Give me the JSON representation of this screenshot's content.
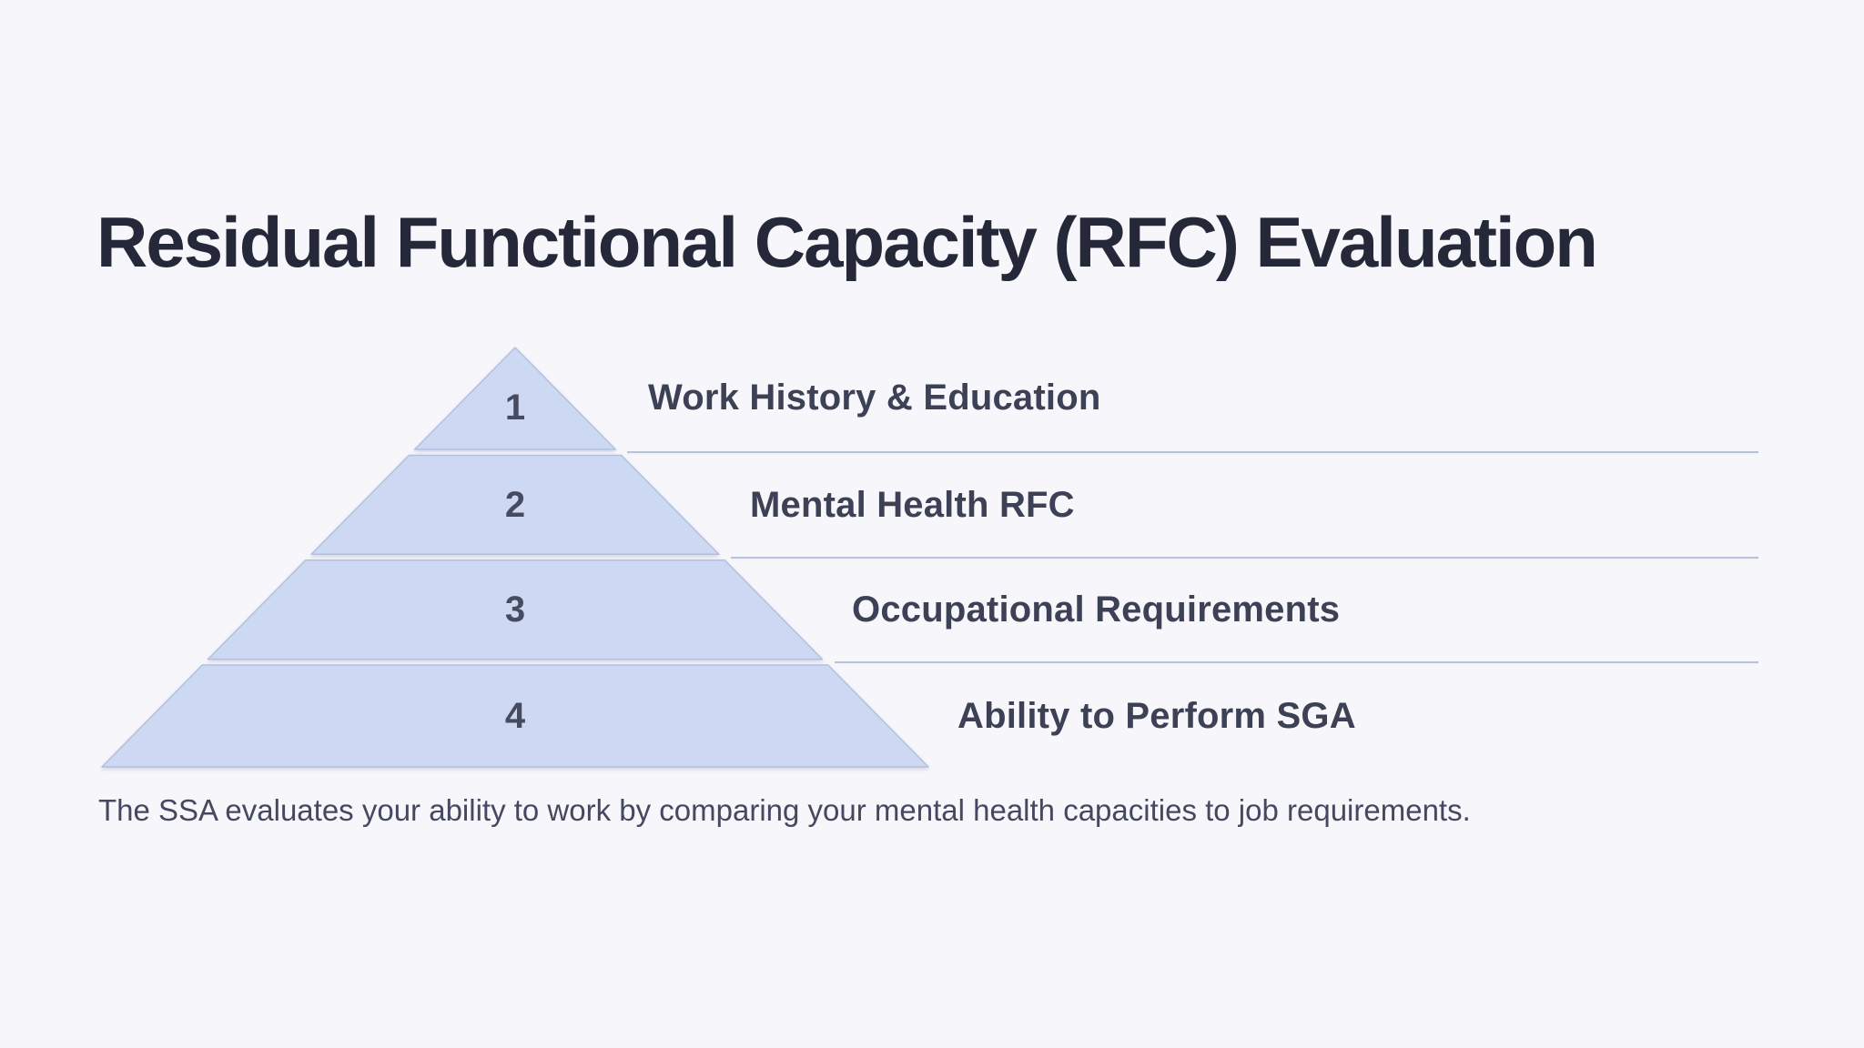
{
  "slide": {
    "title": "Residual Functional Capacity (RFC) Evaluation",
    "footer": "The SSA evaluates your ability to work by comparing your mental health capacities to job requirements."
  },
  "pyramid": {
    "type": "pyramid-diagram",
    "levels": [
      {
        "number": "1",
        "label": "Work History & Education"
      },
      {
        "number": "2",
        "label": "Mental Health RFC"
      },
      {
        "number": "3",
        "label": "Occupational Requirements"
      },
      {
        "number": "4",
        "label": "Ability to Perform SGA"
      }
    ]
  },
  "colors": {
    "background": "#f7f7fb",
    "tier_fill": "#cdd9f3",
    "tier_border": "#b3c0e0",
    "divider_line": "#b7c1d8",
    "title_text": "#242838",
    "label_text": "#3d4156",
    "number_text": "#474b5f",
    "footer_text": "#444860"
  }
}
